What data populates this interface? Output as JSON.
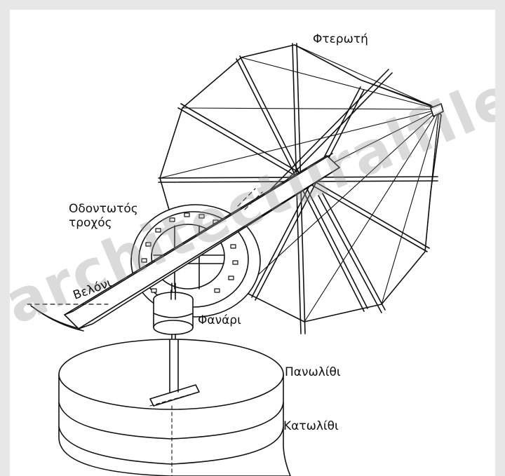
{
  "labels": {
    "sails": "Φτερωτή",
    "gear_wheel": "Οδοντωτός\nτροχός",
    "shaft": "Βελόνι",
    "lantern": "Φανάρι",
    "upper_stone": "Πανωλίθι",
    "lower_stone": "Κατωλίθι"
  },
  "watermark": "architecturalfiles.com",
  "colors": {
    "frame": "#e7e7e7",
    "paper": "#ffffff",
    "ink": "#111111",
    "watermark": "#969696"
  }
}
